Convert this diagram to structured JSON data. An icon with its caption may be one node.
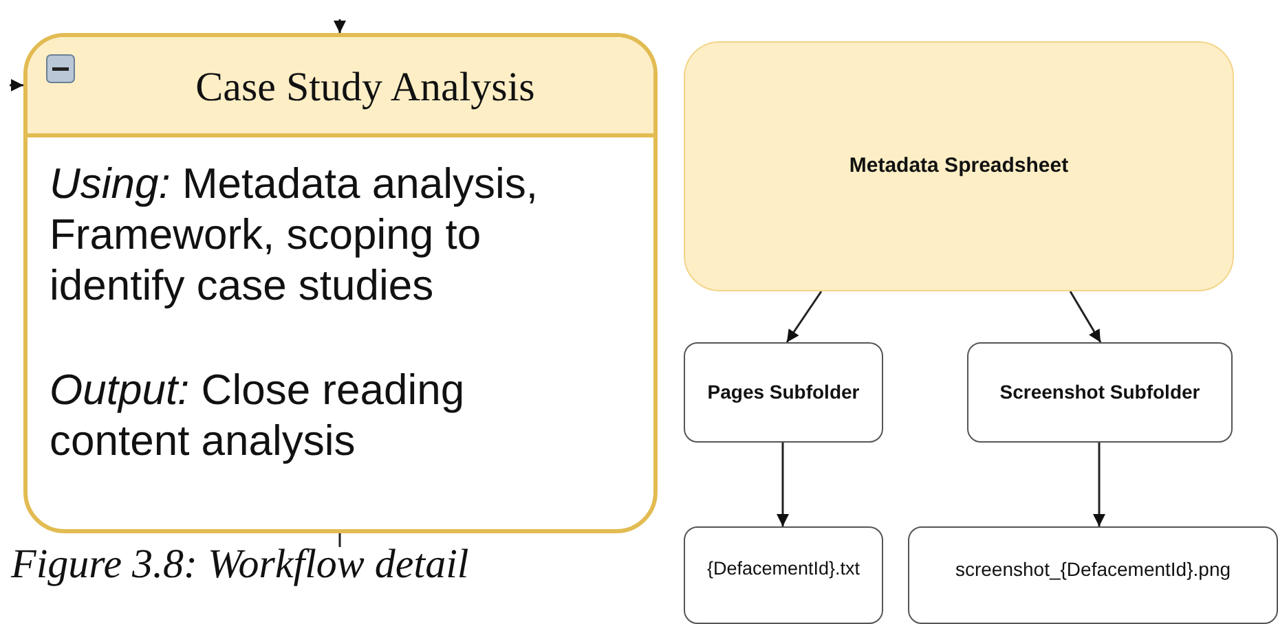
{
  "diagram": {
    "caption": "Figure 3.8: Workflow detail",
    "nodes": [
      {
        "text": [
          "Case Study Analysis",
          "*Using:* Metadata analysis, Framework, scoping to identify case studies",
          "*Output:* Close reading content analysis"
        ]
      },
      {
        "text": [
          "Metadata Spreadsheet"
        ]
      },
      {
        "text": [
          "Pages Subfolder"
        ]
      },
      {
        "text": [
          "Screenshot Subfolder"
        ]
      },
      {
        "text": [
          "{DefacementId}.txt"
        ]
      },
      {
        "text": [
          "screenshot_{DefacementId}.png"
        ]
      }
    ],
    "edges": [
      {
        "from": null,
        "to": 0,
        "arrow": "to"
      },
      {
        "from": null,
        "to": 0,
        "arrow": "to"
      },
      {
        "from": 0,
        "to": null,
        "arrow": "none"
      },
      {
        "from": 1,
        "to": 2,
        "arrow": "to"
      },
      {
        "from": 1,
        "to": 3,
        "arrow": "to"
      },
      {
        "from": 2,
        "to": 4,
        "arrow": "to"
      },
      {
        "from": 3,
        "to": 5,
        "arrow": "to"
      }
    ]
  }
}
